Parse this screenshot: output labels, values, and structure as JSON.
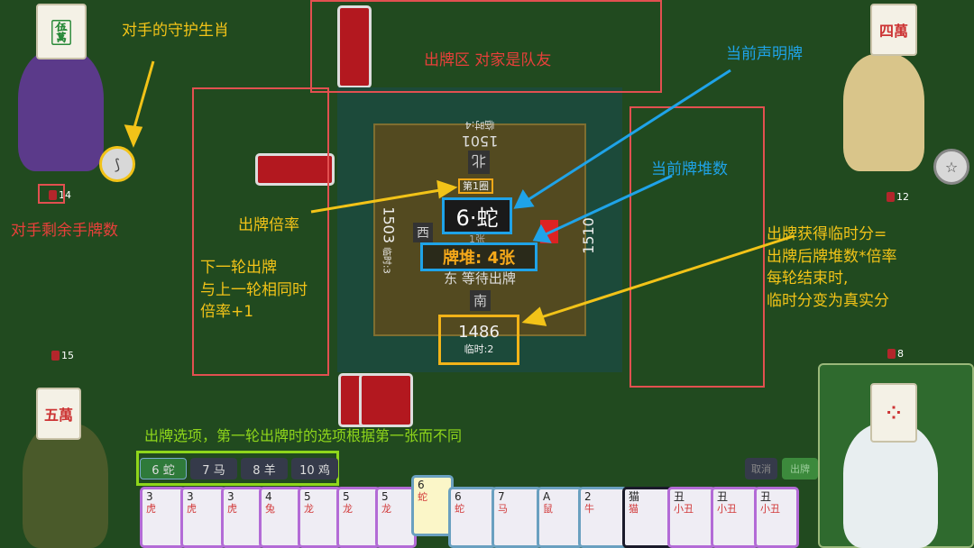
{
  "annotations": {
    "guardian": "对手的守护生肖",
    "play_area": "出牌区 对家是队友",
    "current_claim": "当前声明牌",
    "pile_count": "当前牌堆数",
    "remaining": "对手剩余手牌数",
    "multiplier": "出牌倍率",
    "next_round": [
      "下一轮出牌",
      "与上一轮相同时",
      "倍率+1"
    ],
    "temp_score": [
      "出牌获得临时分=",
      "出牌后牌堆数*倍率",
      "每轮结束时,",
      "临时分变为真实分"
    ],
    "options_note": "出牌选项，第一轮出牌时的选项根据第一张而不同"
  },
  "players": {
    "top_left": {
      "count": "14",
      "tile": "🀋"
    },
    "top_right": {
      "count": "12",
      "tile": "四萬"
    },
    "bottom_left": {
      "count": "15",
      "tile": "五萬"
    },
    "bottom_right": {
      "count": "8"
    }
  },
  "table": {
    "north_score": "1501",
    "north_temp": "临时:4",
    "north_label": "北",
    "west_score": "1503",
    "west_temp": "临时:3",
    "west_label": "西",
    "east_score": "1510",
    "south_label": "南",
    "round": "第1圈",
    "claim": "6·蛇",
    "claim_count": "1张",
    "pile": "牌堆: 4张",
    "status": "东 等待出牌",
    "my_score": "1486",
    "my_temp": "临时:2"
  },
  "options": [
    "6 蛇",
    "7 马",
    "8 羊",
    "10 鸡"
  ],
  "buttons": {
    "cancel": "取消",
    "play": "出牌"
  },
  "hand": [
    {
      "rank": "3",
      "sub": "虎"
    },
    {
      "rank": "3",
      "sub": "虎"
    },
    {
      "rank": "3",
      "sub": "虎"
    },
    {
      "rank": "4",
      "sub": "兔"
    },
    {
      "rank": "5",
      "sub": "龙"
    },
    {
      "rank": "5",
      "sub": "龙"
    },
    {
      "rank": "5",
      "sub": "龙"
    },
    {
      "rank": "6",
      "sub": "蛇"
    },
    {
      "rank": "6",
      "sub": "蛇"
    },
    {
      "rank": "7",
      "sub": "马"
    },
    {
      "rank": "A",
      "sub": "鼠"
    },
    {
      "rank": "2",
      "sub": "牛"
    },
    {
      "rank": "猫",
      "sub": "猫"
    },
    {
      "rank": "丑",
      "sub": "小丑"
    },
    {
      "rank": "丑",
      "sub": "小丑"
    },
    {
      "rank": "丑",
      "sub": "小丑"
    }
  ],
  "colors": {
    "annotation_yellow": "#f2c318",
    "annotation_red": "#e8403a",
    "annotation_blue": "#1fa3e8",
    "option_green": "#8fd61b"
  }
}
